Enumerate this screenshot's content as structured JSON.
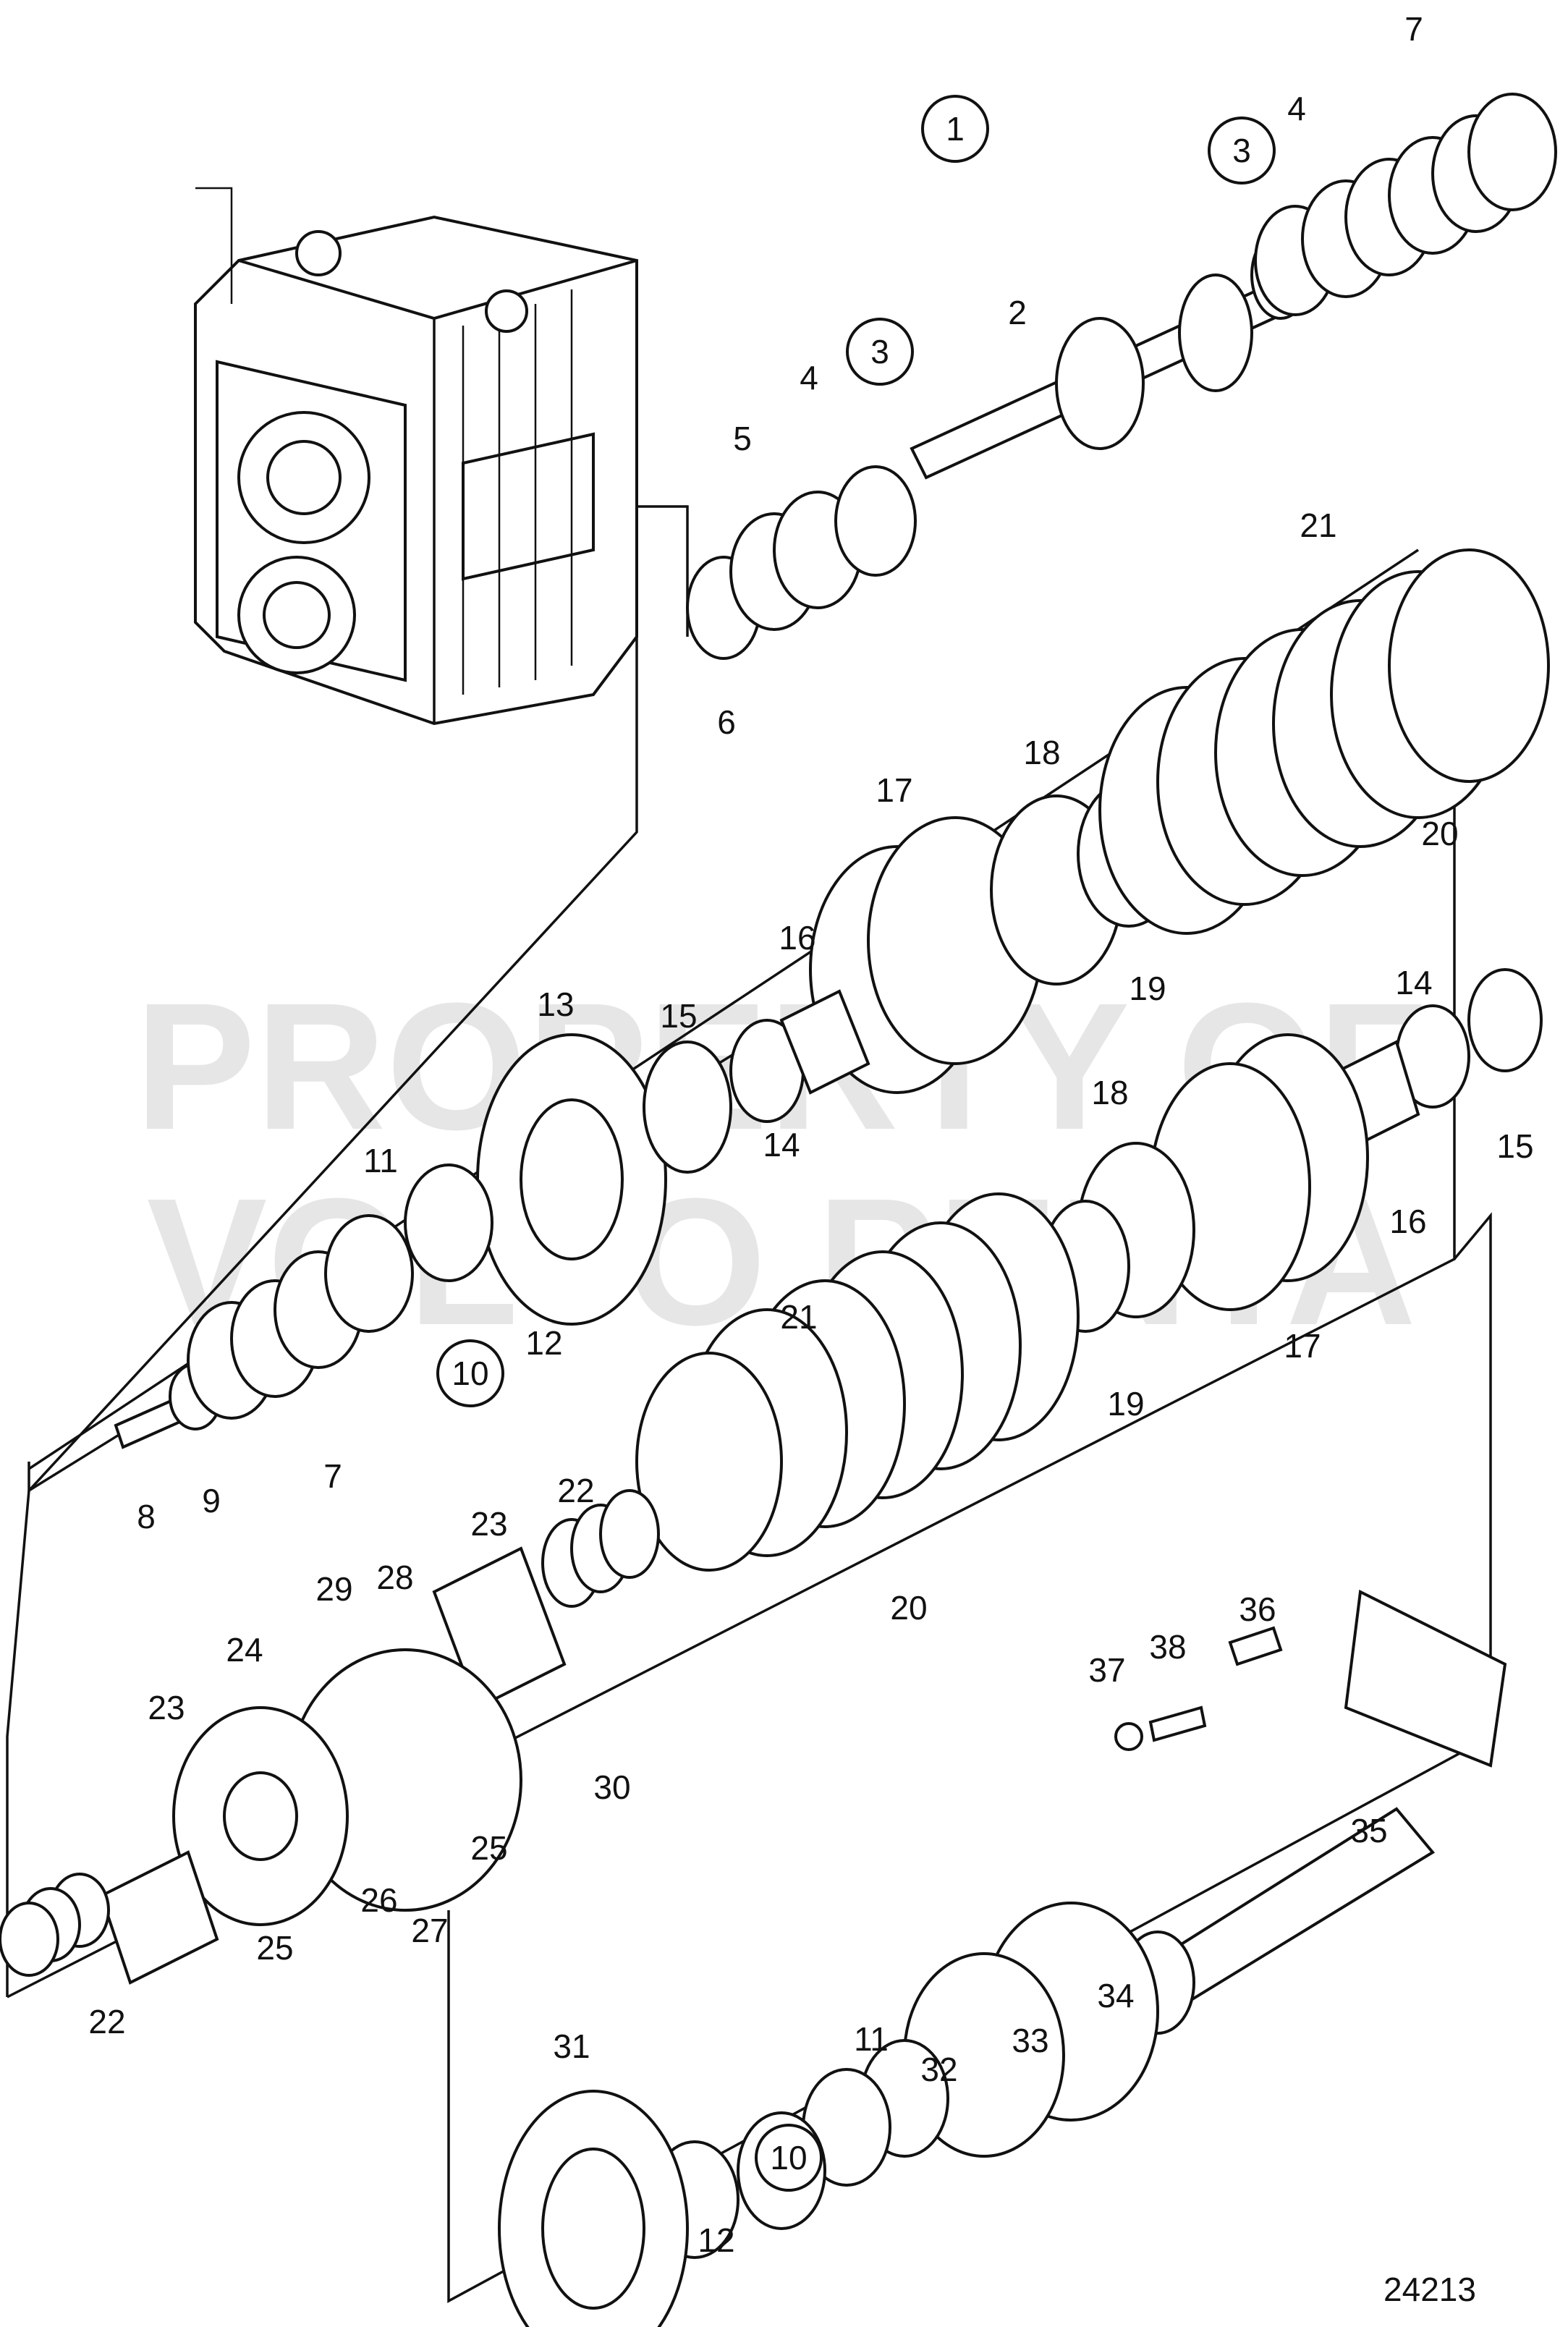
{
  "watermark": {
    "line1": "PROPERTY OF",
    "line2": "VOLVO PENTA"
  },
  "callouts": [
    "1",
    "3",
    "3",
    "10",
    "10"
  ],
  "labels": [
    "2",
    "4",
    "4",
    "5",
    "6",
    "7",
    "7",
    "8",
    "9",
    "11",
    "11",
    "12",
    "12",
    "13",
    "14",
    "14",
    "15",
    "15",
    "16",
    "16",
    "17",
    "17",
    "18",
    "18",
    "19",
    "19",
    "20",
    "20",
    "21",
    "21",
    "22",
    "22",
    "23",
    "23",
    "24",
    "25",
    "25",
    "26",
    "27",
    "28",
    "29",
    "30",
    "31",
    "32",
    "33",
    "34",
    "35",
    "36",
    "37",
    "38"
  ],
  "figure_number": "24213"
}
